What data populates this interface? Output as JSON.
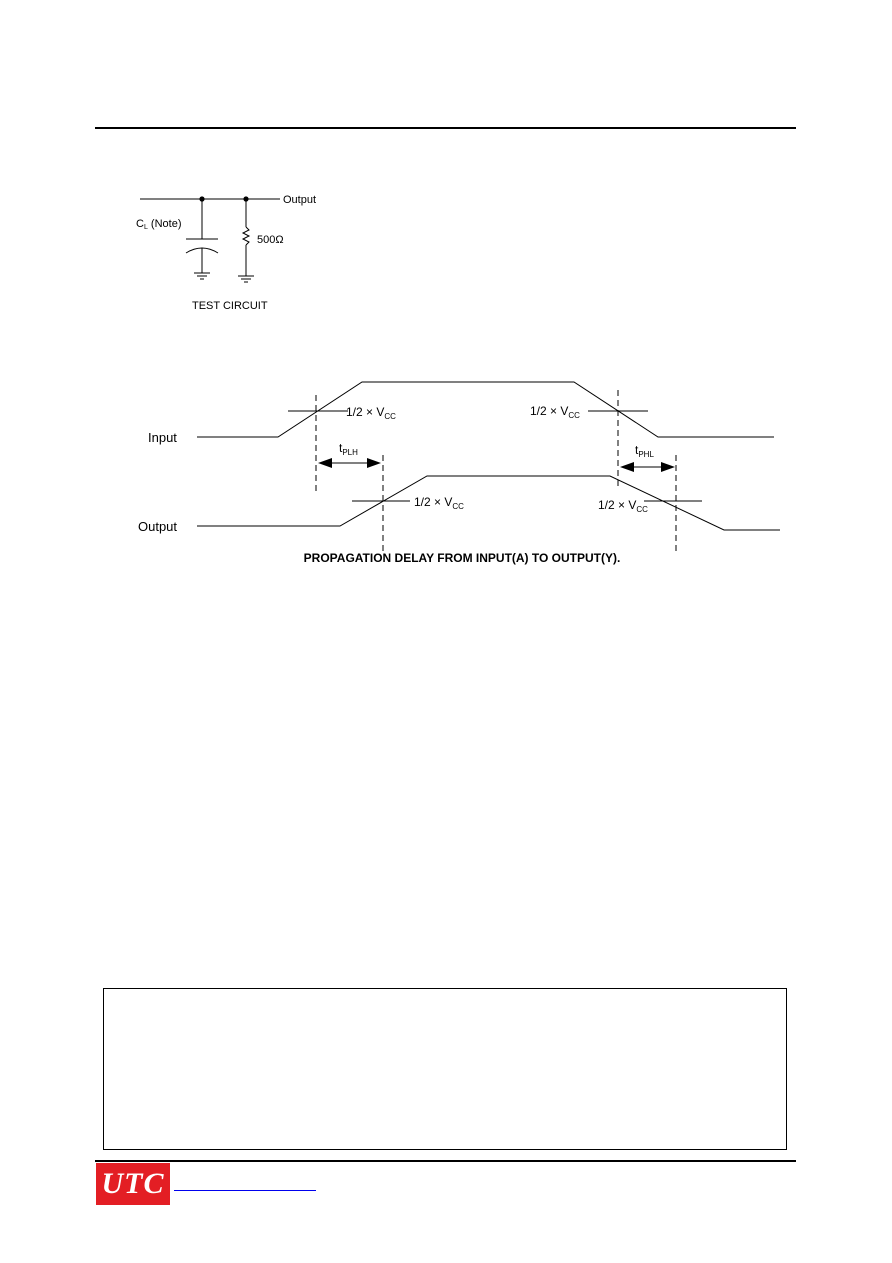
{
  "test_circuit": {
    "output_label": "Output",
    "cap_label": "C",
    "cap_sub": "L",
    "cap_note": " (Note)",
    "resistor_label": "500Ω",
    "title": "TEST CIRCUIT"
  },
  "timing": {
    "input_label": "Input",
    "output_label": "Output",
    "half_vcc": "1/2 × V",
    "vcc_sub": "CC",
    "tplh": "t",
    "tplh_sub": "PLH",
    "tphl": "t",
    "tphl_sub": "PHL",
    "caption": "PROPAGATION DELAY FROM INPUT(A) TO OUTPUT(Y)."
  },
  "footer": {
    "logo_text": "UTC",
    "brand_color": "#e31e24"
  }
}
